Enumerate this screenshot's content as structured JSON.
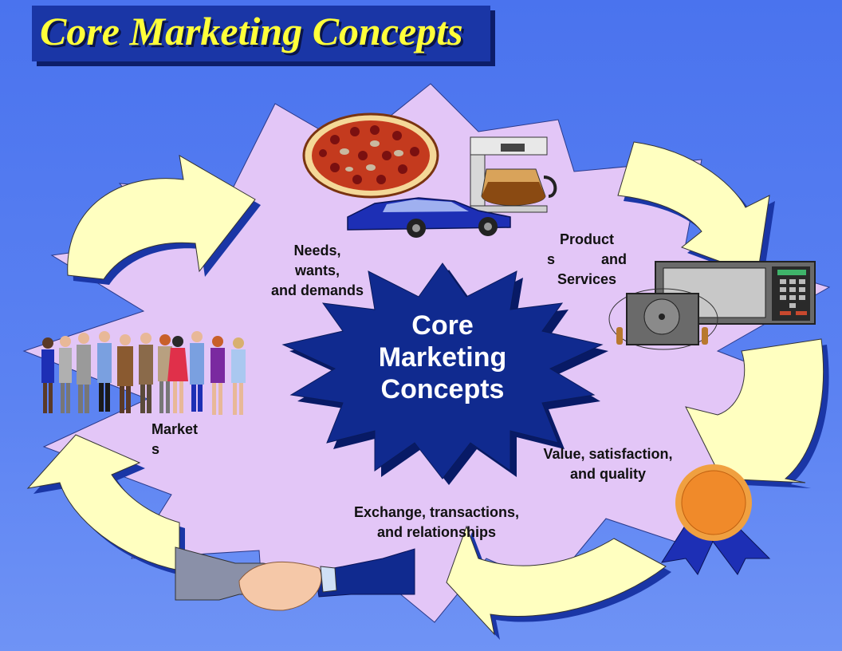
{
  "title": "Core Marketing Concepts",
  "center": {
    "line1": "Core",
    "line2": "Marketing",
    "line3": "Concepts"
  },
  "concepts": {
    "needs": {
      "line1": "Needs,",
      "line2": "wants,",
      "line3": "and demands"
    },
    "products": {
      "line1": "Product",
      "line2a": "s",
      "line2b": "and",
      "line3": "Services"
    },
    "value": {
      "line1": "Value, satisfaction,",
      "line2": "and quality"
    },
    "exchange": {
      "line1": "Exchange, transactions,",
      "line2": "and relationships"
    },
    "markets": {
      "line1": "Market",
      "line2": "s"
    }
  },
  "icons": [
    "pizza-icon",
    "coffee-maker-icon",
    "car-icon",
    "microwave-icon",
    "cd-player-icon",
    "people-group-icon",
    "handshake-icon",
    "award-ribbon-icon"
  ],
  "colors": {
    "background": "#5b82f2",
    "title_box": "#1a36a6",
    "title_text": "#ffff3a",
    "burst": "#e3c6f7",
    "center_star": "#102a8f",
    "arrow_fill": "#ffffc0",
    "arrow_shadow": "#1a36a6"
  }
}
